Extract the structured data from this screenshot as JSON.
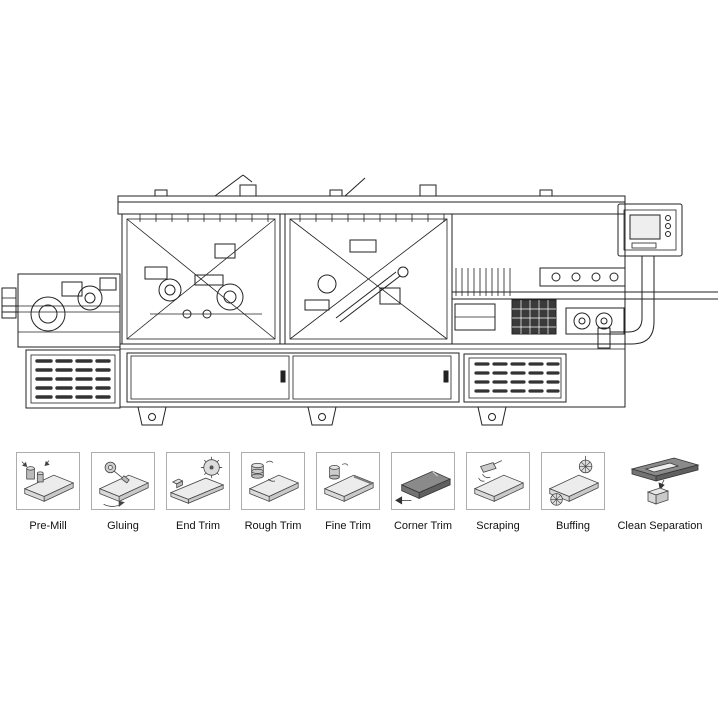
{
  "diagram": {
    "name": "Edge banding machine process diagram"
  },
  "steps": [
    {
      "label": "Pre-Mill",
      "icon": "pre-mill-icon"
    },
    {
      "label": "Gluing",
      "icon": "gluing-icon"
    },
    {
      "label": "End Trim",
      "icon": "end-trim-icon"
    },
    {
      "label": "Rough Trim",
      "icon": "rough-trim-icon"
    },
    {
      "label": "Fine Trim",
      "icon": "fine-trim-icon"
    },
    {
      "label": "Corner Trim",
      "icon": "corner-trim-icon"
    },
    {
      "label": "Scraping",
      "icon": "scraping-icon"
    },
    {
      "label": "Buffing",
      "icon": "buffing-icon"
    },
    {
      "label": "Clean Separation",
      "icon": "clean-separation-icon"
    }
  ],
  "colors": {
    "line": "#222222",
    "icon_border": "#adadad",
    "dark_fill": "#5f5f5f",
    "mid_fill": "#8a8a8a",
    "light_fill": "#ececec"
  }
}
